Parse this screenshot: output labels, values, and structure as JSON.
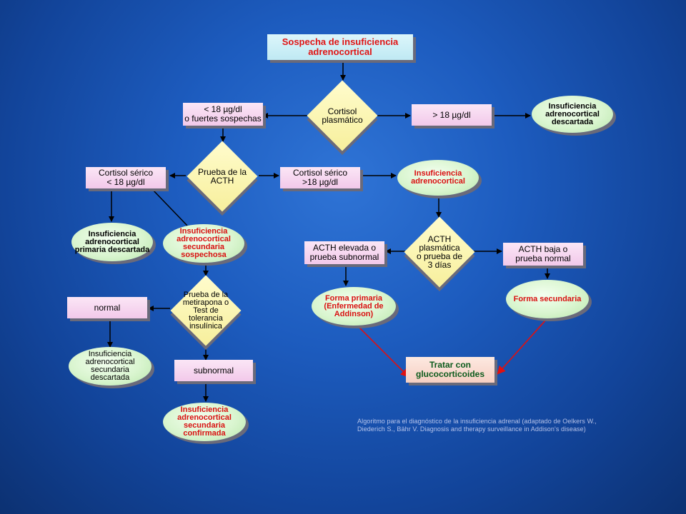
{
  "nodes": {
    "start": "Sospecha de insuficiencia adrenocortical",
    "cortisol_plasma": "Cortisol plasmático",
    "lt18_sospechas": "< 18 µg/dl\no fuertes sospechas",
    "gt18": "> 18 µg/dl",
    "descartada": "Insuficiencia adrenocortical descartada",
    "prueba_acth": "Prueba de la ACTH",
    "cortisol_serico_lt18": "Cortisol sérico\n< 18 µg/dl",
    "cortisol_serico_gt18": "Cortisol sérico\n>18 µg/dl",
    "insuf_adrenocortical": "Insuficiencia adrenocortical",
    "primaria_descartada": "Insuficiencia adrenocortical primaria descartada",
    "secundaria_sospechosa": "Insuficiencia adrenocortical secundaria sospechosa",
    "acth_plasmatica": "ACTH plasmática o prueba de 3 días",
    "acth_elevada": "ACTH elevada o\nprueba subnormal",
    "acth_baja": "ACTH baja o\nprueba normal",
    "forma_primaria": "Forma primaria (Enfermedad de Addinson)",
    "forma_secundaria": "Forma secundaria",
    "metirapona": "Prueba de la metirapona o Test de tolerancia insulínica",
    "normal": "normal",
    "subnormal": "subnormal",
    "secundaria_descartada": "Insuficiencia adrenocortical secundaria descartada",
    "secundaria_confirmada": "Insuficiencia adrenocortical secundaria confirmada",
    "tratar": "Tratar con glucocorticoides"
  },
  "citation": "Algoritmo para el diagnóstico de la insuficiencia adrenal (adaptado de Oelkers W., Diederich S., Bähr V. Diagnosis and therapy surveillance in Addison's disease)",
  "colors": {
    "background": "#1d5cbf",
    "red_text": "#e01414",
    "green_text": "#0b5a1b",
    "red_arrow": "#e01010"
  }
}
